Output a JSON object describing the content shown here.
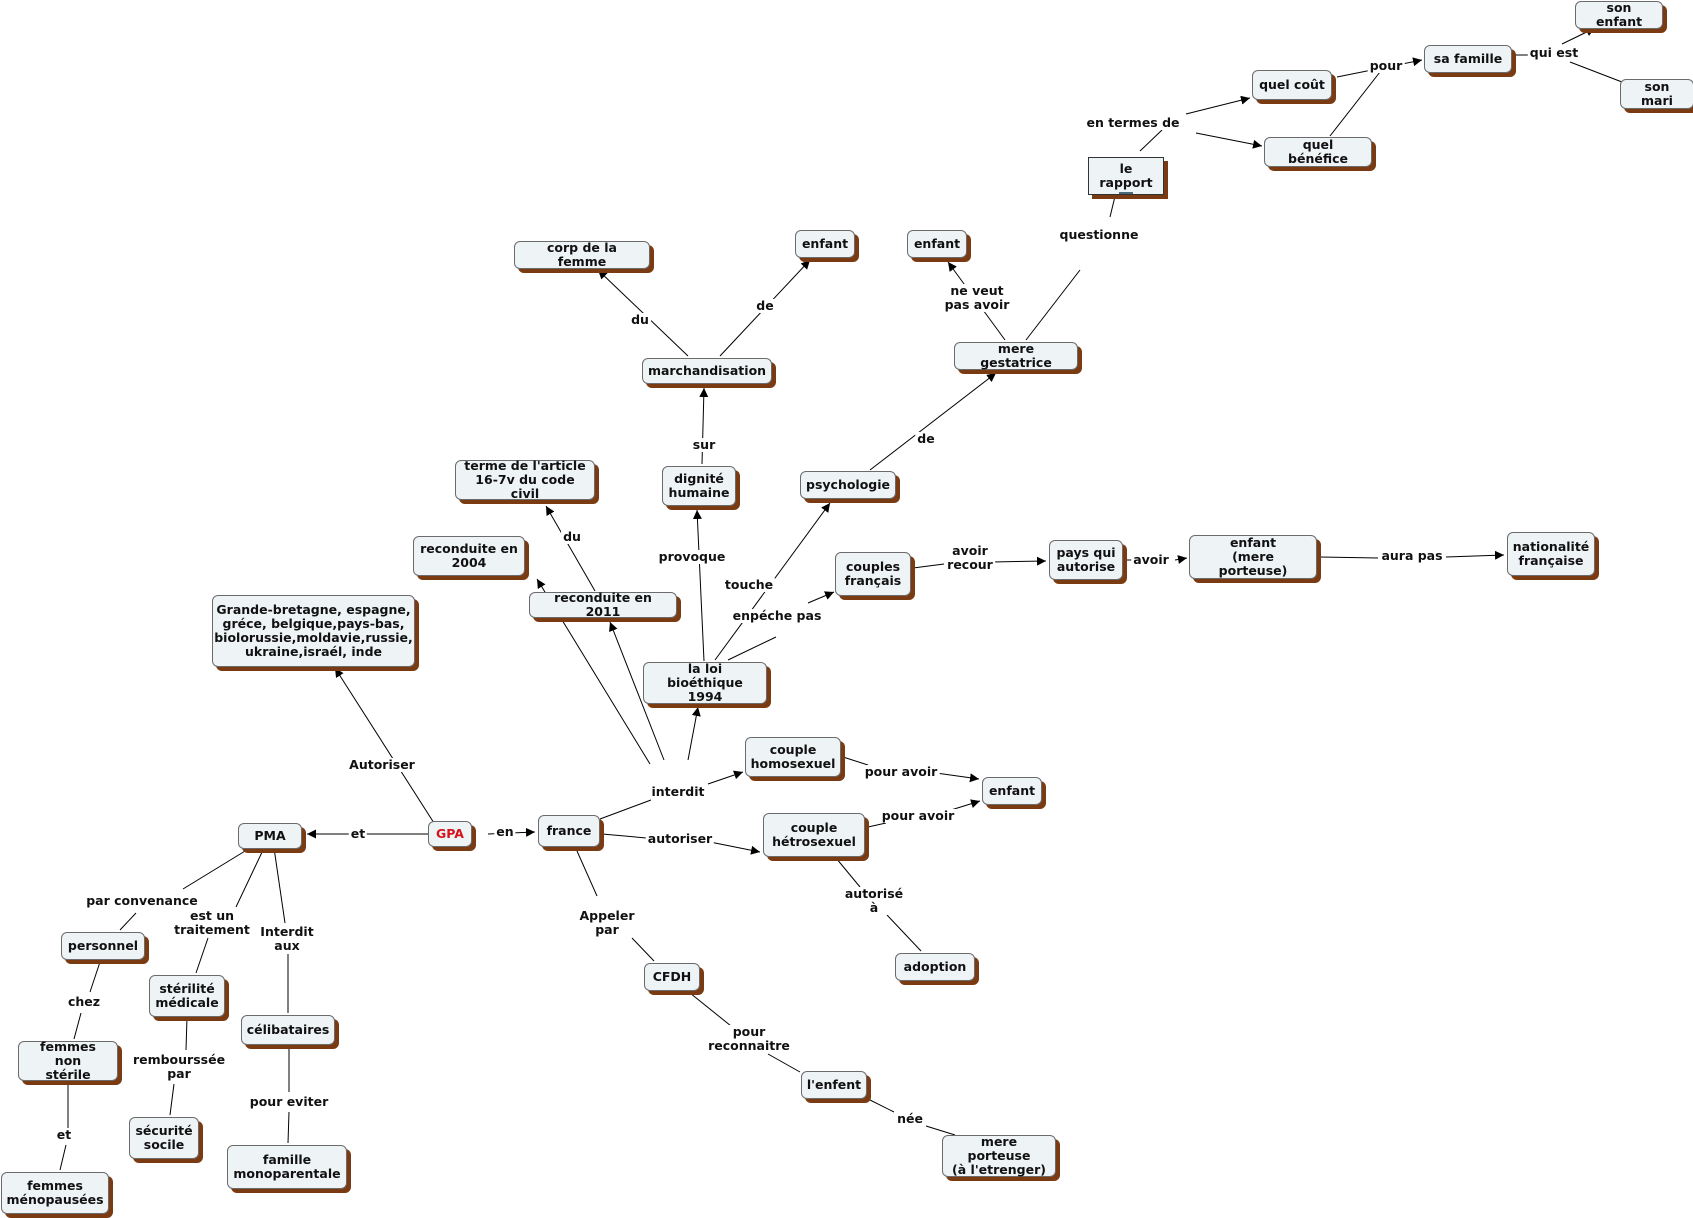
{
  "nodes": {
    "gpa": "GPA",
    "pma": "PMA",
    "france": "france",
    "pays_autorisants": "Grande-bretagne, espagne,\ngréce, belgique,pays-bas,\nbiolorussie,moldavie,russie,\nukraine,israél, inde",
    "reconduite_2004": "reconduite en\n2004",
    "reconduite_2011": "reconduite en 2011",
    "terme_article": "terme de l'article\n16-7v du code civil",
    "loi_bioethique": "la loi bioéthique\n1994",
    "dignite": "dignité\nhumaine",
    "marchandisation": "marchandisation",
    "corp_femme": "corp de la femme",
    "enfant_1": "enfant",
    "psychologie": "psychologie",
    "mere_gestatrice": "mere gestatrice",
    "enfant_2": "enfant",
    "le_rapport": "le rapport",
    "quel_cout": "quel coût",
    "quel_benefice": "quel bénéfice",
    "sa_famille": "sa famille",
    "son_enfant": "son enfant",
    "son_mari": "son mari",
    "couples_francais": "couples\nfrançais",
    "pays_qui_autorise": "pays qui\nautorise",
    "enfant_mere_porteuse": "enfant\n(mere porteuse)",
    "nationalite": "nationalité\nfrançaise",
    "couple_homo": "couple\nhomosexuel",
    "couple_hetero": "couple\nhétrosexuel",
    "enfant_3": "enfant",
    "adoption": "adoption",
    "cfdh": "CFDH",
    "l_enfent": "l'enfent",
    "mere_porteuse_etranger": "mere porteuse\n(à l'etrenger)",
    "personnel": "personnel",
    "femmes_non_sterile": "femmes non\nstérile",
    "femmes_menopausees": "femmes\nménopausées",
    "sterilite": "stérilité\nmédicale",
    "securite": "sécurité\nsocile",
    "celibataires": "célibataires",
    "famille_mono": "famille\nmonoparentale"
  },
  "links": {
    "autoriser": "Autoriser",
    "et_pma": "et",
    "en": "en",
    "interdit": "interdit",
    "autoriser_fr": "autoriser",
    "appeler_par": "Appeler\npar",
    "du_2011": "du",
    "provoque": "provoque",
    "sur": "sur",
    "du_corp": "du",
    "de_enfant": "de",
    "touche": "touche",
    "de_mere": "de",
    "ne_veut": "ne veut\npas avoir",
    "questionne": "questionne",
    "en_termes_de": "en termes de",
    "pour": "pour",
    "qui_est": "qui est",
    "enpeche_pas": "enpéche pas",
    "avoir_recour": "avoir\nrecour",
    "avoir": "avoir",
    "aura_pas": "aura pas",
    "pour_avoir_1": "pour avoir",
    "pour_avoir_2": "pour avoir",
    "autorise_a": "autorisé\nà",
    "pour_reconnaitre": "pour\nreconnaitre",
    "nee": "née",
    "par_convenance": "par convenance",
    "est_un_traitement": "est un\ntraitement",
    "interdit_aux": "Interdit\naux",
    "chez": "chez",
    "et_femmes": "et",
    "remboursee_par": "rembourssée\npar",
    "pour_eviter": "pour eviter"
  },
  "colors": {
    "node_fill": "#eef3f6",
    "node_shadow": "#7a3b12",
    "root_text": "#d4131c",
    "line": "#000000"
  },
  "icons": {
    "le_rapport": "image-icon"
  }
}
